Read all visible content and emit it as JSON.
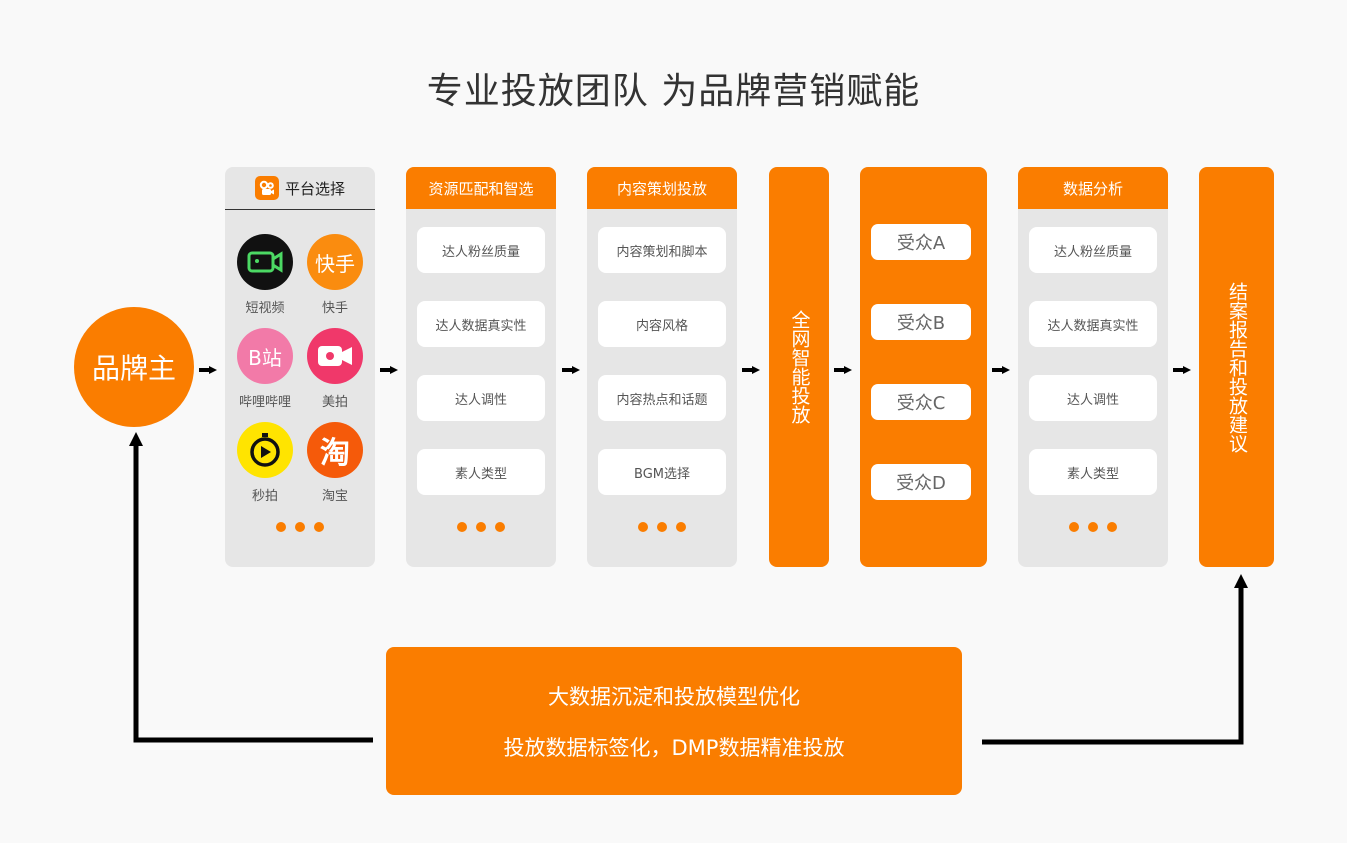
{
  "title": "专业投放团队 为品牌营销赋能",
  "brand_label": "品牌主",
  "platform": {
    "header": "平台选择",
    "items": [
      {
        "label": "短视频",
        "icon": "video-camera-icon"
      },
      {
        "label": "快手",
        "icon_text": "快手"
      },
      {
        "label": "哔哩哔哩",
        "icon_text": "B站"
      },
      {
        "label": "美拍",
        "icon": "video-icon"
      },
      {
        "label": "秒拍",
        "icon": "stopwatch-play-icon"
      },
      {
        "label": "淘宝",
        "icon_text": "淘"
      }
    ]
  },
  "resource": {
    "header": "资源匹配和智选",
    "items": [
      "达人粉丝质量",
      "达人数据真实性",
      "达人调性",
      "素人类型"
    ]
  },
  "content": {
    "header": "内容策划投放",
    "items": [
      "内容策划和脚本",
      "内容风格",
      "内容热点和话题",
      "BGM选择"
    ]
  },
  "network": {
    "label": "全网智能投放"
  },
  "audience": {
    "items": [
      "受众A",
      "受众B",
      "受众C",
      "受众D"
    ]
  },
  "analysis": {
    "header": "数据分析",
    "items": [
      "达人粉丝质量",
      "达人数据真实性",
      "达人调性",
      "素人类型"
    ]
  },
  "report": {
    "label": "结案报告和投放建议"
  },
  "bottom": {
    "line1": "大数据沉淀和投放模型优化",
    "line2": "投放数据标签化，DMP数据精准投放"
  },
  "colors": {
    "accent": "#fa7d00",
    "panel": "#e6e6e6",
    "arrow": "#000000"
  }
}
